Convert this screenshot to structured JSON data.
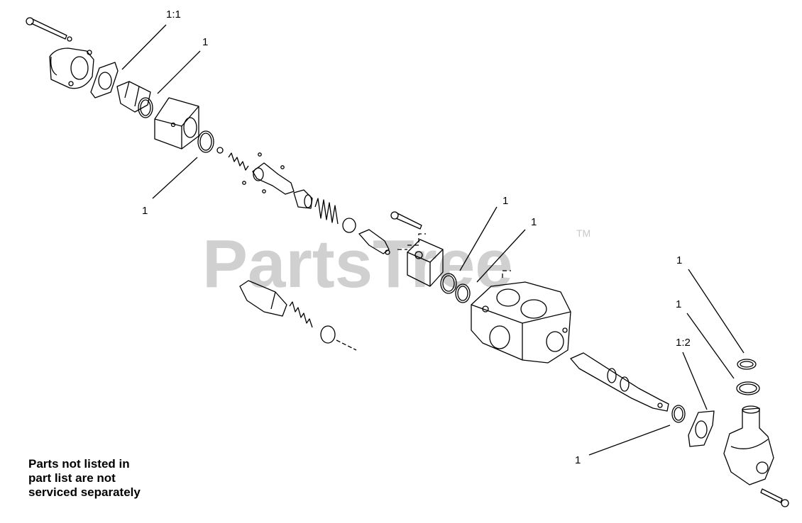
{
  "watermark": {
    "text": "PartsTree",
    "tm": "TM"
  },
  "callouts": [
    "1:1",
    "1",
    "1",
    "1",
    "1",
    "1",
    "1",
    "1:2",
    "1"
  ],
  "note": {
    "lines": [
      "Parts not listed in",
      "part list are not",
      "serviced separately"
    ]
  }
}
